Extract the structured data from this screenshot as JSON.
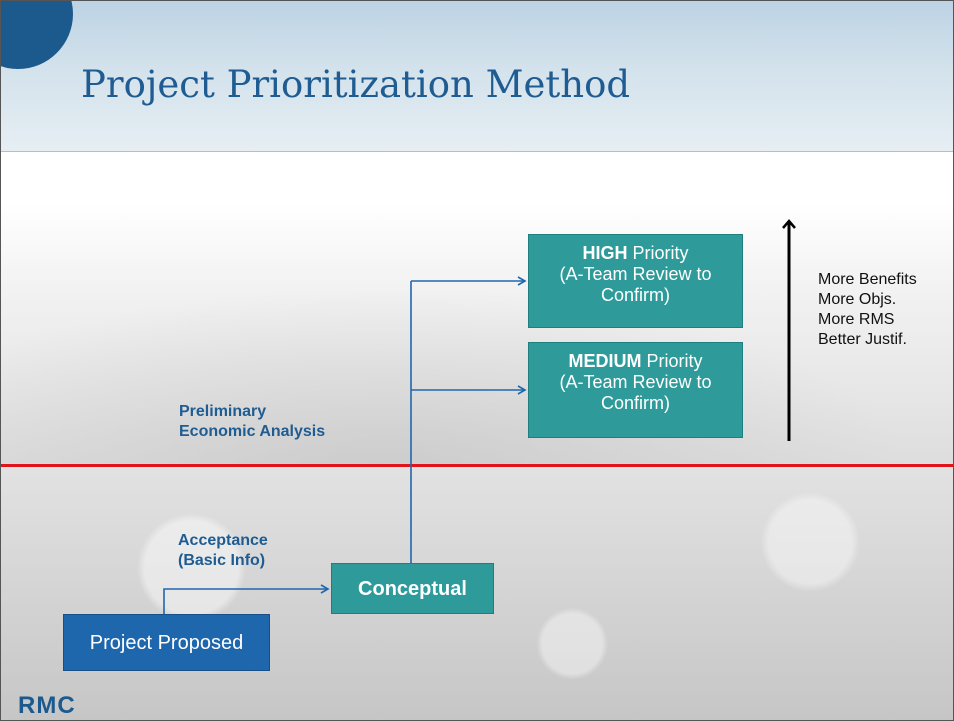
{
  "title": "Project Prioritization Method",
  "colors": {
    "title": "#1f5c92",
    "teal_box": "#2e9b9a",
    "blue_box": "#1f67ad",
    "connector": "#1f67ad",
    "red_line": "#e0151b",
    "header_circle": "#1c5a8e"
  },
  "boxes": {
    "high": {
      "strong": "HIGH",
      "rest": " Priority",
      "line2": "(A-Team Review to",
      "line3": "Confirm)"
    },
    "medium": {
      "strong": "MEDIUM",
      "rest": " Priority",
      "line2": "(A-Team Review to",
      "line3": "Confirm)"
    },
    "conceptual": "Conceptual",
    "proposed": "Project Proposed"
  },
  "labels": {
    "prelim": [
      "Preliminary",
      "Economic Analysis"
    ],
    "acceptance": [
      "Acceptance",
      "(Basic Info)"
    ]
  },
  "benefits": [
    "More Benefits",
    "More Objs.",
    "More RMS",
    "Better Justif."
  ],
  "logo": "RMC"
}
